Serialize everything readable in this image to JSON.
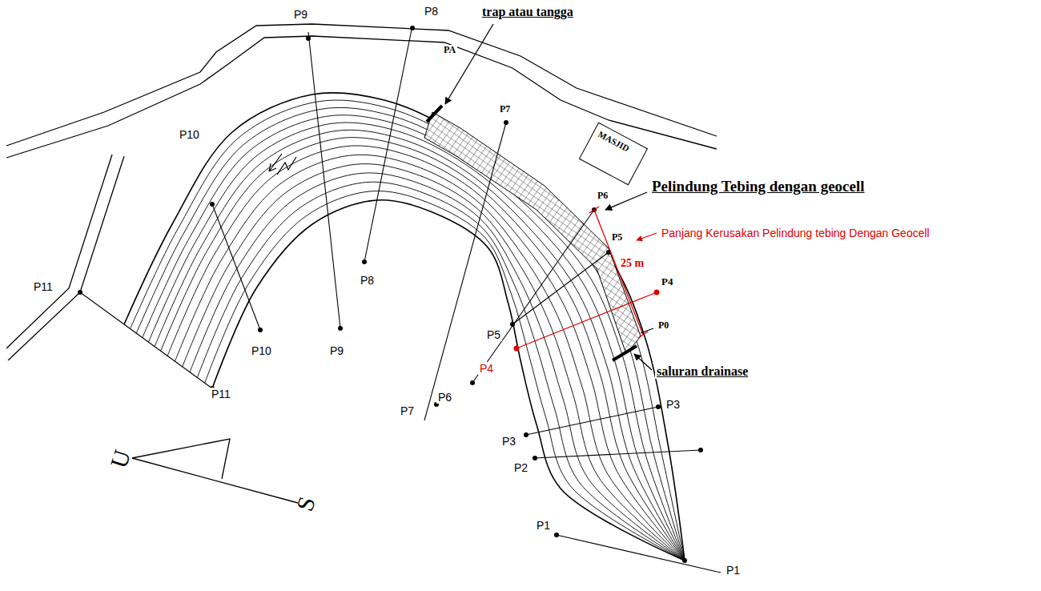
{
  "diagram": {
    "nodes": [
      {
        "text": [
          "MASJID"
        ]
      }
    ],
    "labels": [
      "P9",
      "P8",
      "trap atau tangga",
      "PA",
      "P7",
      "P6",
      "Pelindung Tebing dengan geocell",
      "P10",
      "P5",
      "Panjang Kerusakan Pelindung tebing Dengan Geocell",
      "25 m",
      "P4",
      "P0",
      "P11",
      "P9",
      "P8",
      "P7",
      "P6",
      "P5",
      "P4",
      "P10",
      "saluran drainase",
      "P11",
      "P3",
      "P3",
      "P2",
      "P1",
      "P1",
      "U",
      "S"
    ]
  }
}
